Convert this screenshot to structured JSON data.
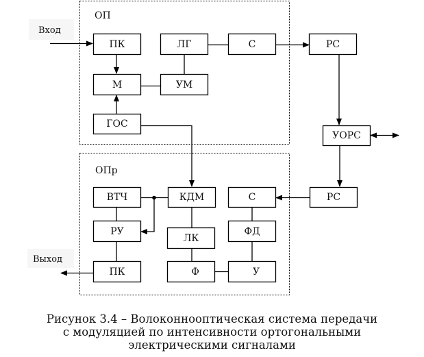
{
  "diagram": {
    "groups": {
      "transmitter": "ОП",
      "receiver": "ОПр"
    },
    "io": {
      "input": "Вход",
      "output": "Выход"
    },
    "blocks": {
      "tx_pk": "ПК",
      "tx_lg": "ЛГ",
      "tx_c": "С",
      "tx_m": "М",
      "tx_um": "УМ",
      "tx_gos": "ГОС",
      "rs_top": "РС",
      "uors": "УОРС",
      "rs_bottom": "РС",
      "rx_vtch": "ВТЧ",
      "rx_kdm": "КДМ",
      "rx_c": "С",
      "rx_ru": "РУ",
      "rx_lk": "ЛК",
      "rx_fd": "ФД",
      "rx_pk": "ПК",
      "rx_f": "Ф",
      "rx_u": "У"
    },
    "connections": [
      [
        "input",
        "tx_pk"
      ],
      [
        "tx_pk",
        "tx_m"
      ],
      [
        "tx_gos",
        "tx_m"
      ],
      [
        "tx_m",
        "tx_um"
      ],
      [
        "tx_um",
        "tx_lg"
      ],
      [
        "tx_lg",
        "tx_c"
      ],
      [
        "tx_c",
        "rs_top"
      ],
      [
        "rs_top",
        "uors"
      ],
      [
        "uors",
        "external (bidirectional)"
      ],
      [
        "uors",
        "rs_bottom"
      ],
      [
        "rs_bottom",
        "rx_c"
      ],
      [
        "rx_c",
        "rx_fd"
      ],
      [
        "rx_fd",
        "rx_u"
      ],
      [
        "rx_u",
        "rx_f"
      ],
      [
        "rx_f",
        "rx_lk"
      ],
      [
        "rx_lk",
        "rx_kdm"
      ],
      [
        "tx_gos",
        "rx_kdm"
      ],
      [
        "rx_kdm",
        "rx_vtch"
      ],
      [
        "rx_kdm",
        "rx_ru"
      ],
      [
        "rx_vtch",
        "rx_ru"
      ],
      [
        "rx_ru",
        "rx_pk"
      ],
      [
        "rx_pk",
        "output"
      ]
    ]
  },
  "caption": {
    "line1": "Рисунок 3.4 – Волоконнооптическая система передачи",
    "line2": "с модуляцией по интенсивности ортогональными",
    "line3": "электрическими сигналами"
  }
}
